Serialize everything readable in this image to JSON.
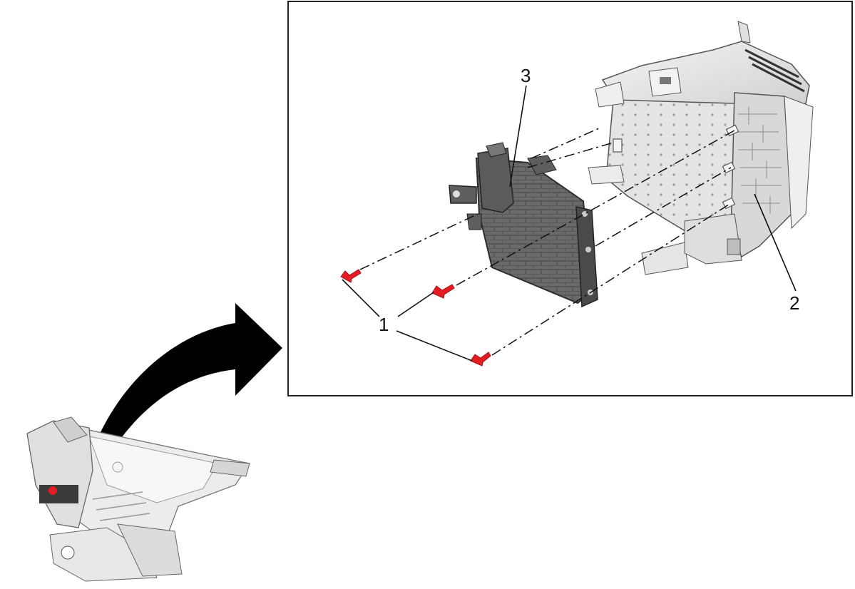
{
  "diagram": {
    "callouts": [
      {
        "id": "1",
        "label": "1",
        "part": "fastener"
      },
      {
        "id": "2",
        "label": "2",
        "part": "bracket"
      },
      {
        "id": "3",
        "label": "3",
        "part": "control-module"
      }
    ],
    "fastener_count": 3,
    "colors": {
      "fastener": "#e41c23",
      "line": "#111111",
      "part_light": "#e9e9e9",
      "part_mid": "#bdbdbd",
      "part_dark": "#5a5a5a",
      "arrow": "#000000"
    }
  }
}
